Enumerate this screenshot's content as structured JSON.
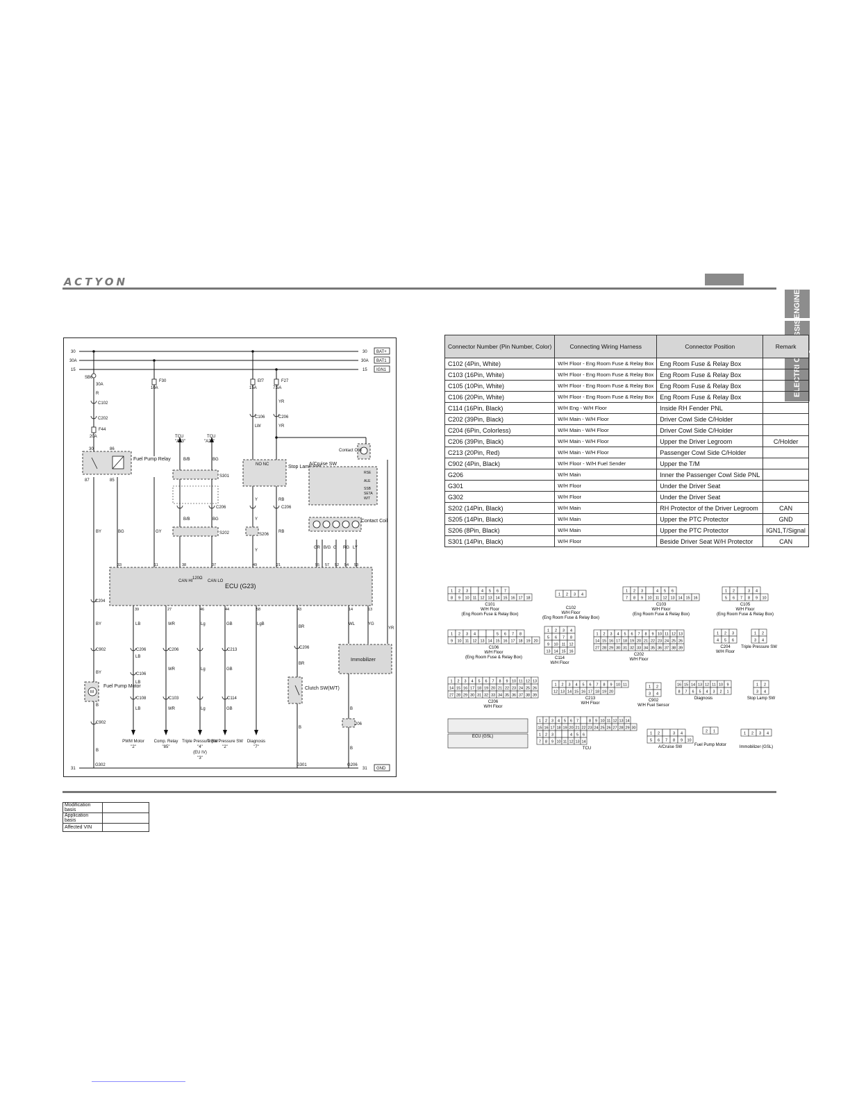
{
  "header": {
    "brand": "ACTYON"
  },
  "side_tabs": [
    "ENGINE",
    "CHASSIS",
    "ELECTRI C"
  ],
  "diagram": {
    "rails": [
      {
        "left": "30",
        "right": "30",
        "tag": "BAT+"
      },
      {
        "left": "30A",
        "right": "30A",
        "tag": "BAT1"
      },
      {
        "left": "15",
        "right": "15",
        "tag": "IGN1"
      }
    ],
    "ground": {
      "left": "31",
      "right": "31",
      "tag": "GND"
    },
    "fuses": {
      "sb6": "SB6",
      "sb6_a": "30A",
      "f30": "F30",
      "f30_a": "10A",
      "ef7": "Ef7",
      "ef7_a": "15A",
      "f27": "F27",
      "f27_a": "7.5A",
      "f44": "F44",
      "f44_a": "20A"
    },
    "connectors": {
      "c102": "C102",
      "c202": "C202",
      "c106": "C106",
      "c206": "C206",
      "c204": "C204",
      "c902": "C902",
      "c902b": "C902",
      "c108": "C108",
      "c103": "C103",
      "c213": "C213",
      "c114": "C114",
      "s301": "S301",
      "s202": "S202",
      "s206": "S206",
      "s206b": "S206",
      "g302": "G302",
      "g301": "G301",
      "g206": "G206"
    },
    "labels": {
      "relay": "Fuel Pump Relay",
      "tcu1": "TCU",
      "tcu1b": "\"A23\"",
      "tcu2": "TCU",
      "tcu2b": "\"A24\"",
      "stop_lamp": "Stop Lamp SW",
      "nonc": "NO NC",
      "contact_coil_top": "Contact Coil",
      "cruise_sw": "A/Cruise SW",
      "contact_coil": "Contact Coil",
      "ecu": "ECU (G23)",
      "can_hi": "CAN HI",
      "can_lo": "CAN LO",
      "resistor": "120Ω",
      "pump_motor": "Fuel Pump Motor",
      "immobilizer": "Immobilizer",
      "clutch": "Clutch SW(M/T)",
      "cruise_keys": [
        "RSE",
        "ALE",
        "SSB",
        "SETA",
        "W/T"
      ]
    },
    "wires": {
      "r": "R",
      "by": "BY",
      "bg": "BG",
      "gy": "GY",
      "bb": "B/B",
      "bg2": "BG",
      "lw": "LW",
      "yr": "YR",
      "y": "Y",
      "rb": "RB",
      "gr": "GR",
      "bg3": "B/G",
      "g": "G",
      "rg": "RG",
      "ly": "LY",
      "lb": "LB",
      "wr": "WR",
      "lg": "Lg",
      "gb": "GB",
      "lgb": "LgB",
      "br": "BR",
      "wl": "WL",
      "yg": "YG",
      "b": "B"
    },
    "ecu_top_pins": [
      "33",
      "11",
      "38",
      "37",
      "49",
      "21",
      "55",
      "57",
      "52",
      "54",
      "53"
    ],
    "ecu_bottom_pins": [
      "39",
      "27",
      "46",
      "44",
      "58",
      "43",
      "14",
      "13"
    ],
    "loads": [
      {
        "name": "PWM Motor",
        "pin": "\"2\""
      },
      {
        "name": "Comp. Relay",
        "pin": "\"85\""
      },
      {
        "name": "Triple Pressure SW",
        "pin": "\"4\"",
        "extra": "(EU IV)",
        "extra2": "\"3\""
      },
      {
        "name": "Triple Pressure SW",
        "pin": "\"2\""
      },
      {
        "name": "Diagnosis",
        "pin": "\"7\""
      }
    ]
  },
  "connector_table": {
    "headers": [
      "Connector Number (Pin Number, Color)",
      "Connecting Wiring Harness",
      "Connector Position",
      "Remark"
    ],
    "rows": [
      [
        "C102 (4Pin, White)",
        "W/H Floor - Eng Room Fuse & Relay Box",
        "Eng Room Fuse & Relay Box",
        ""
      ],
      [
        "C103 (16Pin, White)",
        "W/H Floor - Eng Room Fuse & Relay Box",
        "Eng Room Fuse & Relay Box",
        ""
      ],
      [
        "C105 (10Pin, White)",
        "W/H Floor - Eng Room Fuse & Relay Box",
        "Eng Room Fuse & Relay Box",
        ""
      ],
      [
        "C106 (20Pin, White)",
        "W/H Floor - Eng Room Fuse & Relay Box",
        "Eng Room Fuse & Relay Box",
        ""
      ],
      [
        "C114 (16Pin, Black)",
        "W/H Eng - W/H Floor",
        "Inside RH Fender PNL",
        ""
      ],
      [
        "C202 (39Pin, Black)",
        "W/H Main - W/H Floor",
        "Driver Cowl Side C/Holder",
        ""
      ],
      [
        "C204 (6Pin, Colorless)",
        "W/H Main - W/H Floor",
        "Driver Cowl Side C/Holder",
        ""
      ],
      [
        "C206 (39Pin, Black)",
        "W/H Main - W/H Floor",
        "Upper the Driver Legroom",
        "C/Holder"
      ],
      [
        "C213 (20Pin, Red)",
        "W/H Main - W/H Floor",
        "Passenger Cowl Side C/Holder",
        ""
      ],
      [
        "C902 (4Pin, Black)",
        "W/H Floor - W/H Fuel Sender",
        "Upper the T/M",
        ""
      ],
      [
        "G206",
        "W/H Main",
        "Inner the Passenger Cowl Side PNL",
        ""
      ],
      [
        "G301",
        "W/H Floor",
        "Under the Driver Seat",
        ""
      ],
      [
        "G302",
        "W/H Floor",
        "Under the Driver Seat",
        ""
      ],
      [
        "S202 (14Pin, Black)",
        "W/H Main",
        "RH Protector of the Driver Legroom",
        "CAN"
      ],
      [
        "S205 (14Pin, Black)",
        "W/H Main",
        "Upper the PTC Protector",
        "GND"
      ],
      [
        "S206 (8Pin, Black)",
        "W/H Main",
        "Upper the PTC Protector",
        "IGN1,T/Signal"
      ],
      [
        "S301 (14Pin, Black)",
        "W/H Floor",
        "Beside Driver Seat W/H Protector",
        "CAN"
      ]
    ]
  },
  "pinouts": [
    {
      "id": "C101",
      "desc": "W/H Floor",
      "sub": "(Eng Room Fuse & Relay Box)",
      "rows": [
        [
          "1",
          "2",
          "3",
          "",
          "4",
          "5",
          "6",
          "7"
        ],
        [
          "8",
          "9",
          "10",
          "11",
          "12",
          "13",
          "14",
          "15",
          "16",
          "17",
          "18"
        ]
      ]
    },
    {
      "id": "C102",
      "desc": "W/H Floor",
      "sub": "(Eng Room Fuse & Relay Box)",
      "rows": [
        [
          "1",
          "2",
          "3",
          "4"
        ]
      ]
    },
    {
      "id": "C103",
      "desc": "W/H Floor",
      "sub": "(Eng Room Fuse & Relay Box)",
      "rows": [
        [
          "1",
          "2",
          "3",
          "",
          "4",
          "5",
          "6"
        ],
        [
          "7",
          "8",
          "9",
          "10",
          "11",
          "12",
          "13",
          "14",
          "15",
          "16"
        ]
      ]
    },
    {
      "id": "C105",
      "desc": "W/H Floor",
      "sub": "(Eng Room Fuse & Relay Box)",
      "rows": [
        [
          "1",
          "2",
          "",
          "3",
          "4"
        ],
        [
          "5",
          "6",
          "7",
          "8",
          "9",
          "10"
        ]
      ]
    },
    {
      "id": "C106",
      "desc": "W/H Floor",
      "sub": "(Eng Room Fuse & Relay Box)",
      "rows": [
        [
          "1",
          "2",
          "3",
          "4",
          "",
          "",
          "5",
          "6",
          "7",
          "8"
        ],
        [
          "9",
          "10",
          "11",
          "12",
          "13",
          "14",
          "15",
          "16",
          "17",
          "18",
          "19",
          "20"
        ]
      ]
    },
    {
      "id": "C114",
      "desc": "W/H Floor",
      "sub": "",
      "rows": [
        [
          "1",
          "2",
          "3",
          "4"
        ],
        [
          "5",
          "6",
          "7",
          "8"
        ],
        [
          "9",
          "10",
          "11",
          "12"
        ],
        [
          "13",
          "14",
          "15",
          "16"
        ]
      ]
    },
    {
      "id": "C202",
      "desc": "W/H Floor",
      "sub": "",
      "rows": [
        [
          "1",
          "2",
          "3",
          "4",
          "5",
          "6",
          "7",
          "8",
          "9",
          "10",
          "11",
          "12",
          "13"
        ],
        [
          "14",
          "15",
          "16",
          "17",
          "18",
          "19",
          "20",
          "21",
          "22",
          "23",
          "24",
          "25",
          "26"
        ],
        [
          "27",
          "28",
          "29",
          "30",
          "31",
          "32",
          "33",
          "34",
          "35",
          "36",
          "37",
          "38",
          "39"
        ]
      ]
    },
    {
      "id": "C204",
      "desc": "W/H Floor",
      "sub": "",
      "rows": [
        [
          "1",
          "2",
          "3"
        ],
        [
          "4",
          "5",
          "6"
        ]
      ]
    },
    {
      "id": "Triple Pressure SW",
      "desc": "",
      "sub": "",
      "rows": [
        [
          "1",
          "2"
        ],
        [
          "3",
          "4"
        ]
      ]
    },
    {
      "id": "C206",
      "desc": "W/H Floor",
      "sub": "",
      "rows": [
        [
          "1",
          "2",
          "3",
          "4",
          "5",
          "6",
          "7",
          "8",
          "9",
          "10",
          "11",
          "12",
          "13"
        ],
        [
          "14",
          "15",
          "16",
          "17",
          "18",
          "19",
          "20",
          "21",
          "22",
          "23",
          "24",
          "25",
          "26"
        ],
        [
          "27",
          "28",
          "29",
          "30",
          "31",
          "32",
          "33",
          "34",
          "35",
          "36",
          "37",
          "38",
          "39"
        ]
      ]
    },
    {
      "id": "C213",
      "desc": "W/H Floor",
      "sub": "",
      "rows": [
        [
          "1",
          "2",
          "3",
          "4",
          "5",
          "6",
          "7",
          "8",
          "9",
          "10",
          "11"
        ],
        [
          "12",
          "13",
          "14",
          "15",
          "16",
          "17",
          "18",
          "19",
          "20"
        ]
      ]
    },
    {
      "id": "C902",
      "desc": "W/H Fuel Sensor",
      "sub": "",
      "rows": [
        [
          "1",
          "2"
        ],
        [
          "3",
          "4"
        ]
      ]
    },
    {
      "id": "Diagnosis",
      "desc": "",
      "sub": "",
      "rows": [
        [
          "16",
          "15",
          "14",
          "13",
          "12",
          "11",
          "10",
          "9"
        ],
        [
          "8",
          "7",
          "6",
          "5",
          "4",
          "3",
          "2",
          "1"
        ]
      ]
    },
    {
      "id": "Stop Lamp SW",
      "desc": "",
      "sub": "",
      "rows": [
        [
          "1",
          "2"
        ],
        [
          "3",
          "4"
        ]
      ]
    },
    {
      "id": "ECU (GSL)",
      "desc": "",
      "sub": "",
      "rows": []
    },
    {
      "id": "TCU",
      "desc": "",
      "sub": "",
      "rows": [
        [
          "1",
          "2",
          "3",
          "4",
          "5",
          "6",
          "7",
          "",
          "8",
          "9",
          "10",
          "11",
          "12",
          "13",
          "14"
        ],
        [
          "15",
          "16",
          "17",
          "18",
          "19",
          "20",
          "21",
          "22",
          "23",
          "24",
          "25",
          "26",
          "27",
          "28",
          "29",
          "30"
        ]
      ],
      "rows2": [
        [
          "1",
          "2",
          "3",
          "",
          "",
          "4",
          "5",
          "6"
        ],
        [
          "7",
          "8",
          "9",
          "10",
          "11",
          "12",
          "13",
          "14"
        ]
      ]
    },
    {
      "id": "A/Cruise SW",
      "desc": "",
      "sub": "",
      "rows": [
        [
          "1",
          "2",
          "",
          "3",
          "4"
        ],
        [
          "5",
          "6",
          "7",
          "8",
          "9",
          "10"
        ]
      ]
    },
    {
      "id": "Fuel Pump Motor",
      "desc": "",
      "sub": "",
      "rows": [
        [
          "2",
          "1"
        ]
      ]
    },
    {
      "id": "Immobilizer (GSL)",
      "desc": "",
      "sub": "",
      "rows": [
        [
          "1",
          "2",
          "3",
          "4"
        ]
      ]
    }
  ],
  "modification": {
    "rows": [
      "Modification basis",
      "Application basis",
      "Affected VIN"
    ]
  }
}
